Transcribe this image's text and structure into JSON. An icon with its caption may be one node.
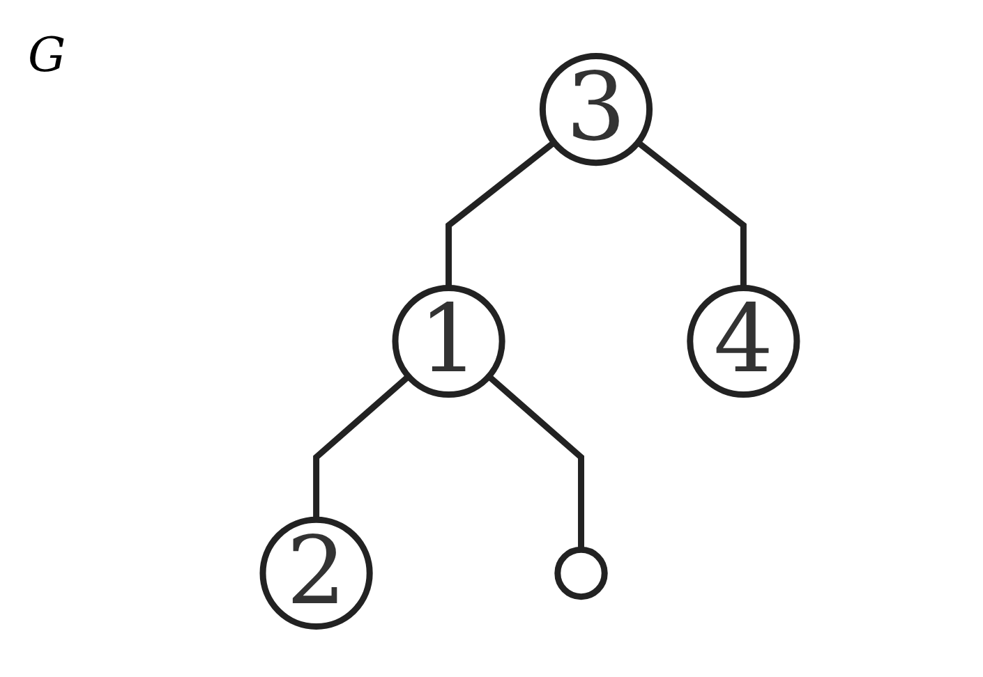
{
  "diagram": {
    "title": "G",
    "nodes": [
      {
        "text": [
          "3"
        ]
      },
      {
        "text": [
          "1"
        ]
      },
      {
        "text": [
          "4"
        ]
      },
      {
        "text": [
          "2"
        ]
      },
      {
        "text": [],
        "shape": "circle"
      }
    ],
    "edges": [
      {
        "from": 0,
        "to": 1,
        "arrow": "none"
      },
      {
        "from": 0,
        "to": 2,
        "arrow": "none"
      },
      {
        "from": 1,
        "to": 3,
        "arrow": "none"
      },
      {
        "from": 1,
        "to": 4,
        "arrow": "none"
      }
    ]
  }
}
